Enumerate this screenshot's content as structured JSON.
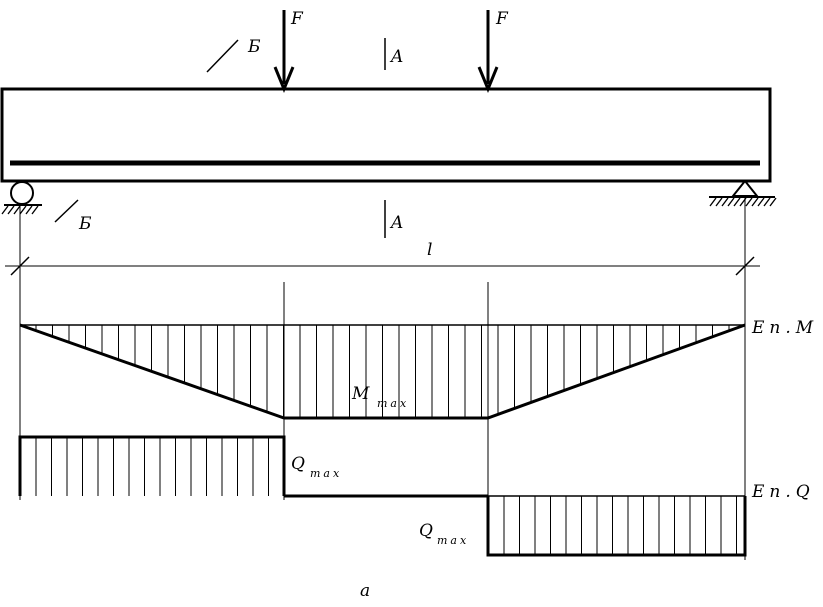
{
  "labels": {
    "force_left": "F",
    "force_right": "F",
    "section_b_top": "Б",
    "section_b_bottom": "Б",
    "section_a_top": "A",
    "section_a_bottom": "A",
    "span": "l",
    "moment_max": "M",
    "moment_max_sub": "max",
    "moment_diagram": "Eп.M",
    "shear_max_upper": "Q",
    "shear_max_upper_sub": "max",
    "shear_max_lower": "Q",
    "shear_max_lower_sub": "max",
    "shear_diagram": "Eп.Q",
    "figure_caption": "a"
  },
  "colors": {
    "stroke": "#000000",
    "background": "#ffffff"
  }
}
